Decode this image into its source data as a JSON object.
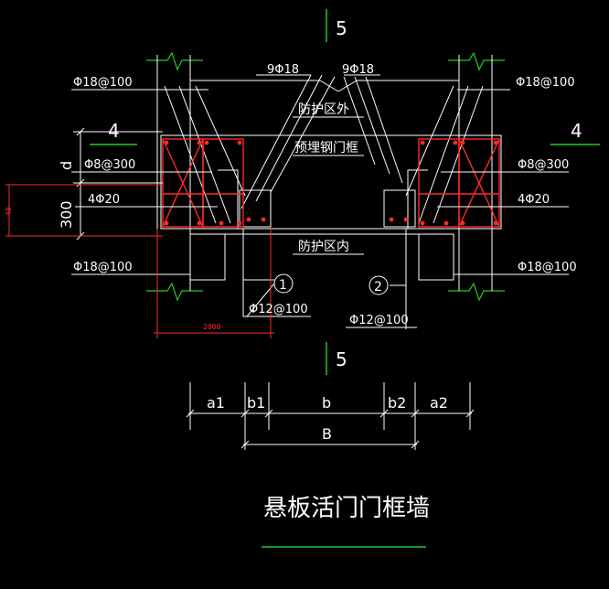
{
  "colors": {
    "background": "#000000",
    "outline": "#ffffff",
    "rebar": "#ff2a2a",
    "section_mark": "#22cc22"
  },
  "section_marks": {
    "top": "5",
    "bottom": "5",
    "left": "4",
    "right": "4"
  },
  "labels": {
    "top_left_rebar": "9Φ18",
    "top_right_rebar": "9Φ18",
    "left_dist": "Φ18@100",
    "right_dist": "Φ18@100",
    "left_stirrup": "Φ8@300",
    "right_stirrup": "Φ8@300",
    "left_main": "4Φ20",
    "right_main": "4Φ20",
    "left_bottom_dist": "Φ18@100",
    "right_bottom_dist": "Φ18@100",
    "outside_zone": "防护区外",
    "embedded_frame": "预埋钢门框",
    "inside_zone": "防护区内",
    "callout_1": "1",
    "callout_2": "2",
    "callout_1_rebar": "Φ12@100",
    "callout_2_rebar": "Φ12@100",
    "dim_d": "d",
    "dim_300": "300",
    "dim_2000": "2000",
    "dim_small": "40"
  },
  "dimension_chain": {
    "segments": [
      "a1",
      "b1",
      "b",
      "b2",
      "a2"
    ],
    "total": "B"
  },
  "title": "悬板活门门框墙"
}
